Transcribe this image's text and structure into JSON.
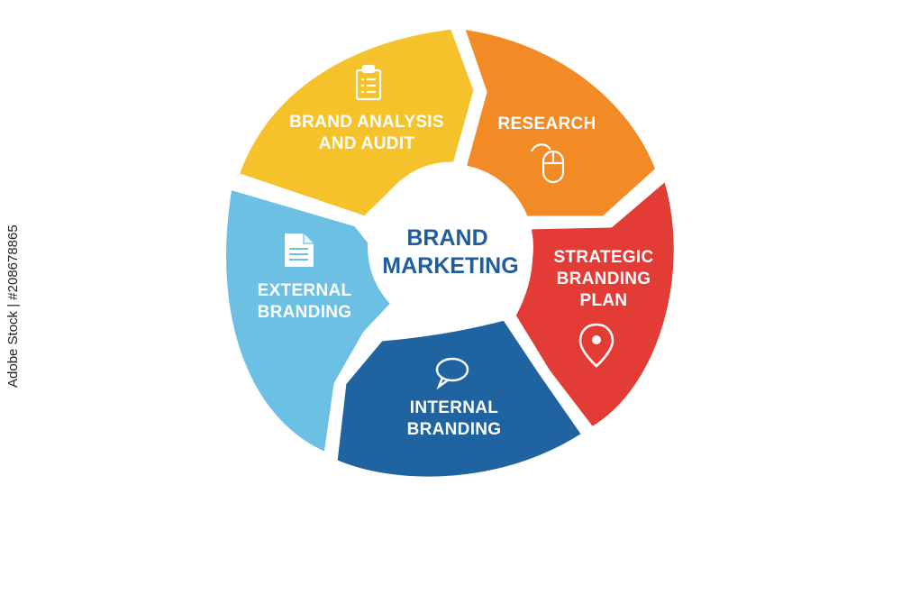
{
  "diagram": {
    "center": {
      "lines": [
        "BRAND",
        "MARKETING"
      ]
    },
    "segments": [
      {
        "id": "brand-analysis",
        "lines": [
          "BRAND ANALYSIS",
          "AND AUDIT"
        ],
        "color": "#f6c22c",
        "icon": "clipboard-icon"
      },
      {
        "id": "research",
        "lines": [
          "RESEARCH"
        ],
        "color": "#f28a25",
        "icon": "computer-mouse-icon"
      },
      {
        "id": "strategic-plan",
        "lines": [
          "STRATEGIC",
          "BRANDING",
          "PLAN"
        ],
        "color": "#e33b36",
        "icon": "map-pin-icon"
      },
      {
        "id": "internal-branding",
        "lines": [
          "INTERNAL",
          "BRANDING"
        ],
        "color": "#1f64a0",
        "icon": "speech-bubble-icon"
      },
      {
        "id": "external-branding",
        "lines": [
          "EXTERNAL",
          "BRANDING"
        ],
        "color": "#6cc0e4",
        "icon": "document-icon"
      }
    ]
  },
  "stock_id": "Adobe Stock | #208678865"
}
